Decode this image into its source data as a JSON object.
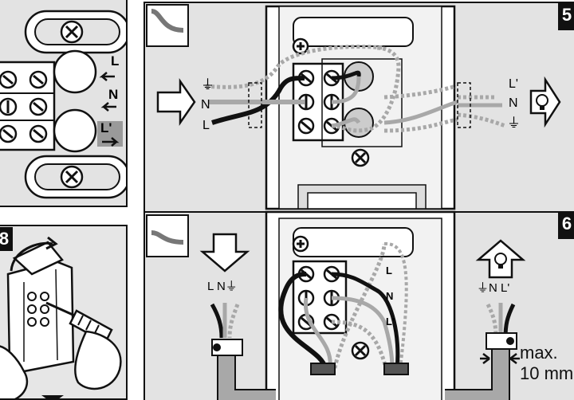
{
  "steps": {
    "five": "5",
    "six": "6",
    "eight": "8"
  },
  "top_left_panel": {
    "labels": {
      "l": "L",
      "n": "N",
      "l_prime": "L'"
    }
  },
  "step5": {
    "left_labels": {
      "earth": "⏚",
      "n": "N",
      "l": "L"
    },
    "right_labels": {
      "l_prime": "L'",
      "n": "N",
      "earth": "⏚"
    }
  },
  "step6": {
    "input_labels": "L N⏚",
    "output_labels": "⏚N L'",
    "inner_labels": {
      "l": "L",
      "n": "N",
      "l_prime": "L'"
    },
    "max_label": "max.",
    "max_value": "10 mm"
  },
  "icons": [
    "screw-icon",
    "earth-symbol-icon",
    "lamp-icon",
    "arrow-in-icon",
    "arrow-out-icon",
    "screwdriver-icon",
    "rotate-arrow-icon"
  ],
  "colors": {
    "background": "#e3e3e3",
    "ink": "#111111",
    "cable": "#a8a8a8"
  }
}
